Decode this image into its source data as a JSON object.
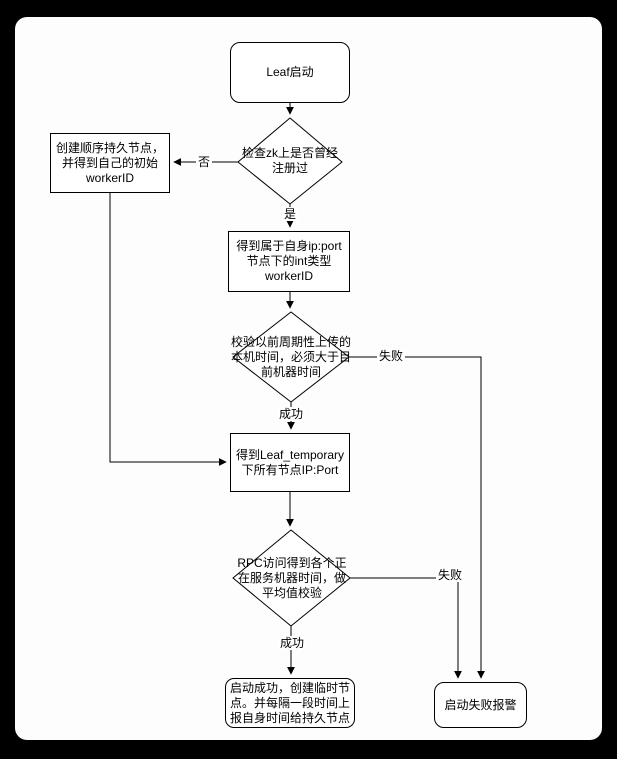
{
  "page": {
    "frame_color": "#000000",
    "canvas_color": "#fdfdfd",
    "shape_fill": "#ffffff",
    "stroke_color": "#000000"
  },
  "flowchart": {
    "nodes": {
      "start": {
        "label": "Leaf启动"
      },
      "check_registered": {
        "label": "检查zk上是否曾经\n注册过"
      },
      "create_persistent_node": {
        "label": "创建顺序持久节点，\n并得到自己的初始\nworkerID"
      },
      "get_workerid": {
        "label": "得到属于自身ip:port\n节点下的int类型\nworkerID"
      },
      "verify_local_time": {
        "label": "校验以前周期性上传的\n本机时间，必须大于目\n前机器时间"
      },
      "get_temporary_nodes": {
        "label": "得到Leaf_temporary\n下所有节点IP:Port"
      },
      "rpc_average_check": {
        "label": "RPC访问得到各个正\n在服务机器时间，做\n平均值校验"
      },
      "startup_success": {
        "label": "启动成功，创建临时节\n点。并每隔一段时间上\n报自身时间给持久节点"
      },
      "startup_fail_alarm": {
        "label": "启动失败报警"
      }
    },
    "edge_labels": {
      "no": "否",
      "yes": "是",
      "success1": "成功",
      "fail1": "失败",
      "success2": "成功",
      "fail2": "失败"
    }
  }
}
